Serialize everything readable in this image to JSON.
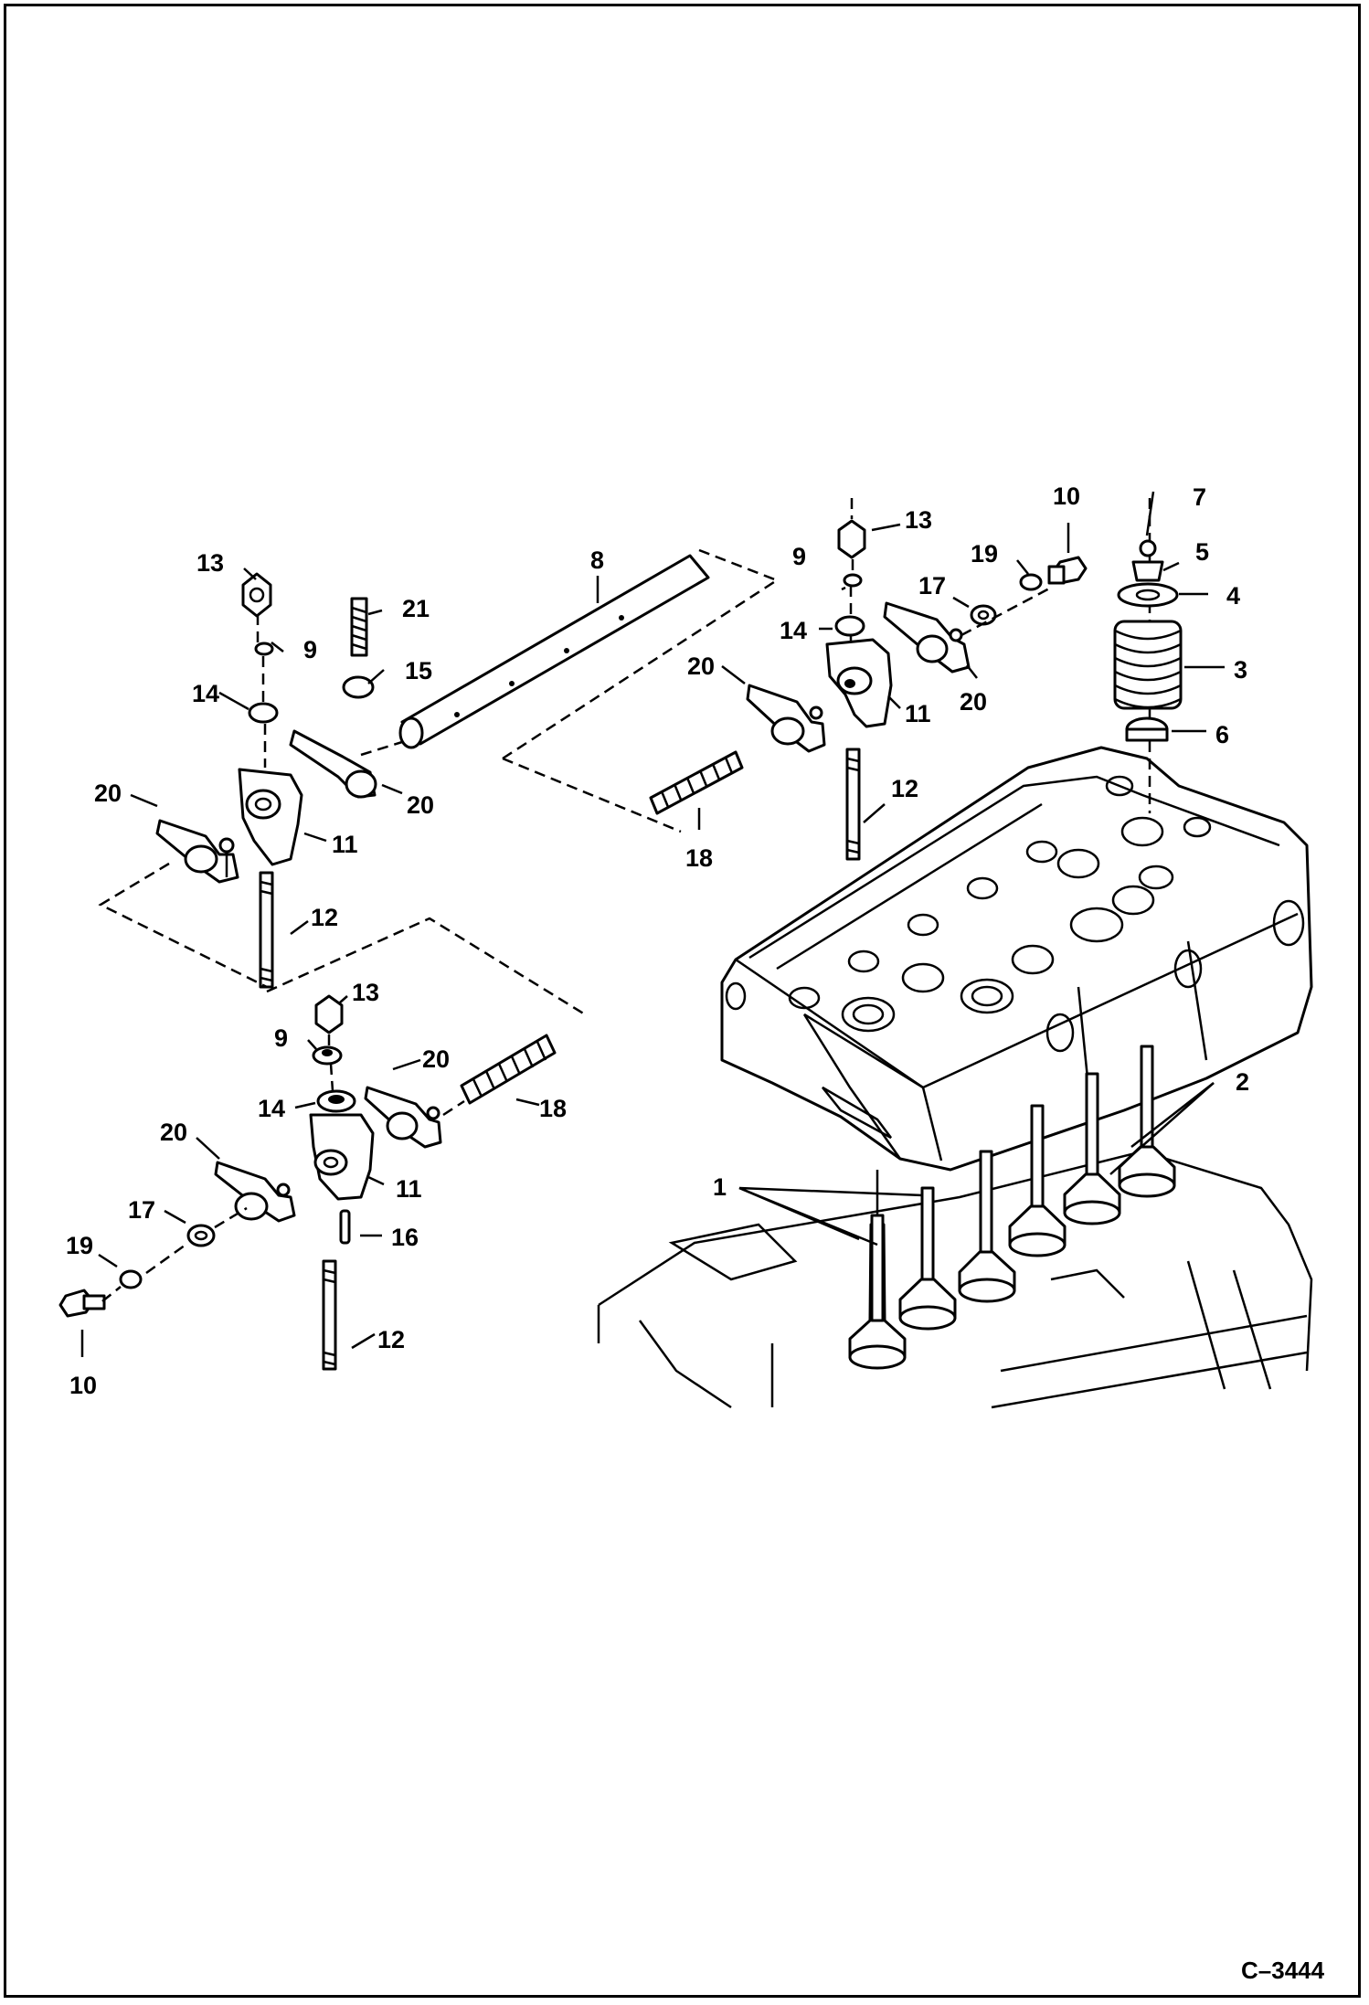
{
  "figure_number": "C–3444",
  "callouts": {
    "top_left_13": "13",
    "top_left_21": "21",
    "top_left_9": "9",
    "top_left_15": "15",
    "top_left_14": "14",
    "top_left_20a": "20",
    "top_left_20b": "20",
    "top_left_11": "11",
    "top_left_12": "12",
    "shaft_8": "8",
    "spring_18_top": "18",
    "right_13": "13",
    "right_9": "9",
    "right_14": "14",
    "right_20a": "20",
    "right_20b": "20",
    "right_11": "11",
    "right_12": "12",
    "right_10": "10",
    "right_19": "19",
    "right_17": "17",
    "valve_7": "7",
    "valve_5": "5",
    "valve_4": "4",
    "valve_3": "3",
    "valve_6": "6",
    "valves_2": "2",
    "valves_1": "1",
    "bottom_13": "13",
    "bottom_9": "9",
    "bottom_20a": "20",
    "bottom_14": "14",
    "bottom_18": "18",
    "bottom_20b": "20",
    "bottom_11": "11",
    "bottom_17": "17",
    "bottom_16": "16",
    "bottom_19": "19",
    "bottom_12": "12",
    "bottom_10": "10"
  }
}
